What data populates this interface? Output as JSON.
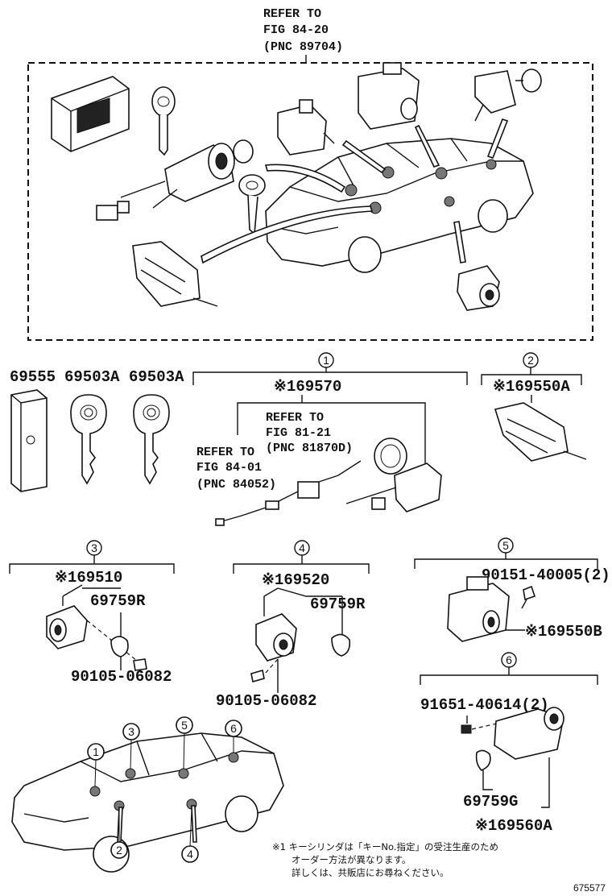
{
  "top_reference": {
    "line1": "REFER TO",
    "line2": "FIG 84-20",
    "line3": "(PNC 89704)"
  },
  "parts_left": {
    "p1": "69555",
    "p2": "69503A",
    "p3": "69503A"
  },
  "group1": {
    "circle": "1",
    "part": "※169570",
    "refer_b": {
      "line1": "REFER TO",
      "line2": "FIG 81-21",
      "line3": "(PNC 81870D)"
    },
    "refer_a": {
      "line1": "REFER TO",
      "line2": "FIG 84-01",
      "line3": "(PNC 84052)"
    }
  },
  "group2": {
    "circle": "2",
    "part": "※169550A"
  },
  "group3": {
    "circle": "3",
    "part": "※169510",
    "spring": "69759R",
    "screw": "90105-06082"
  },
  "group4": {
    "circle": "4",
    "part": "※169520",
    "spring": "69759R",
    "screw": "90105-06082"
  },
  "group5": {
    "circle": "5",
    "bolt": "90151-40005(2)",
    "part": "※169550B"
  },
  "group6": {
    "circle": "6",
    "nut": "91651-40614(2)",
    "spring": "69759G",
    "part": "※169560A"
  },
  "car_callouts": [
    "1",
    "2",
    "3",
    "4",
    "5",
    "6"
  ],
  "footnote": {
    "line1": "※1 キーシリンダは「キーNo.指定」の受注生産のため",
    "line2": "オーダー方法が異なります。",
    "line3": "詳しくは、共販店にお尋ねください。"
  },
  "figure_number": "675577"
}
